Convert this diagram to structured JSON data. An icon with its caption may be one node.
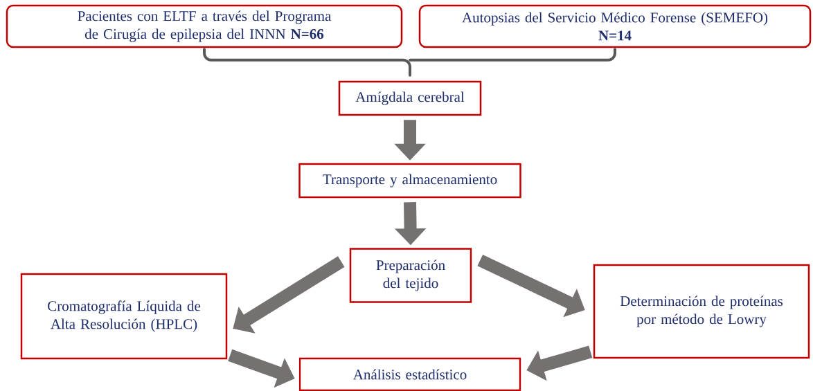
{
  "diagram": {
    "nodes": [
      {
        "text": [
          "Pacientes con ELTF a través del Programa de Cirugía de epilepsia del INNN **N=66**"
        ]
      },
      {
        "text": [
          "Autopsias del Servicio Médico Forense (SEMEFO)",
          "N=14"
        ]
      },
      {
        "text": [
          "Amígdala cerebral"
        ]
      },
      {
        "text": [
          "Transporte y almacenamiento"
        ]
      },
      {
        "text": [
          "Preparación del tejido"
        ]
      },
      {
        "text": [
          "Cromatografía Líquida de Alta Resolución (HPLC)"
        ]
      },
      {
        "text": [
          "Determinación de proteínas por método de Lowry"
        ]
      },
      {
        "text": [
          "Análisis estadístico"
        ]
      }
    ],
    "edges": [
      {
        "from": 0,
        "to": 2,
        "arrow": "none"
      },
      {
        "from": 1,
        "to": 2,
        "arrow": "none"
      },
      {
        "from": 2,
        "to": 3,
        "arrow": "to"
      },
      {
        "from": 3,
        "to": 4,
        "arrow": "to"
      },
      {
        "from": 4,
        "to": 5,
        "arrow": "to"
      },
      {
        "from": 4,
        "to": 6,
        "arrow": "to"
      },
      {
        "from": 5,
        "to": 7,
        "arrow": "to"
      },
      {
        "from": 6,
        "to": 7,
        "arrow": "to"
      }
    ]
  }
}
